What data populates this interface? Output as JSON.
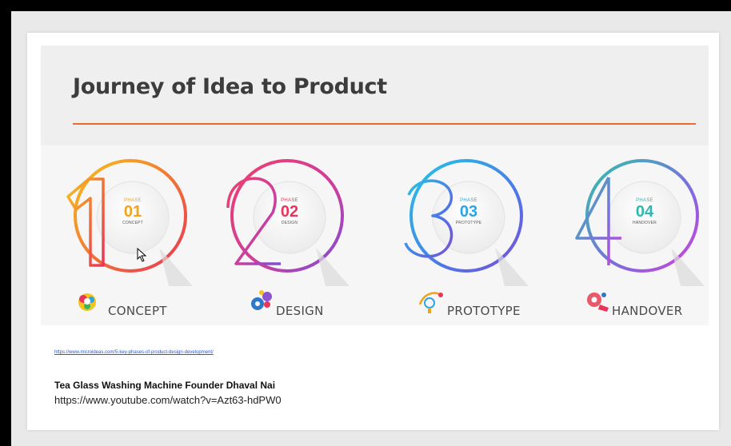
{
  "slide": {
    "title": "Journey of Idea to Product",
    "accent_color": "#ee6a2c"
  },
  "phases": [
    {
      "digit": "1",
      "phase_word": "PHASE",
      "number": "01",
      "subtitle": "CONCEPT",
      "name": "CONCEPT",
      "color": "#f4a21c",
      "icon": "lightbulb-icon"
    },
    {
      "digit": "2",
      "phase_word": "PHASE",
      "number": "02",
      "subtitle": "DESIGN",
      "name": "DESIGN",
      "color": "#e8365a",
      "icon": "gears-icon"
    },
    {
      "digit": "3",
      "phase_word": "PHASE",
      "number": "03",
      "subtitle": "PROTOTYPE",
      "name": "PROTOTYPE",
      "color": "#2aa6e6",
      "icon": "prototype-icon"
    },
    {
      "digit": "4",
      "phase_word": "PHASE",
      "number": "04",
      "subtitle": "HANDOVER",
      "name": "HANDOVER",
      "color": "#2fb7b0",
      "icon": "handshake-icon"
    }
  ],
  "references": {
    "source_link": "https://www.microideas.com/5-key-phases-of-product-design-development/",
    "credit": "Tea Glass Washing Machine Founder Dhaval Nai",
    "video_url": "https://www.youtube.com/watch?v=Azt63-hdPW0"
  }
}
